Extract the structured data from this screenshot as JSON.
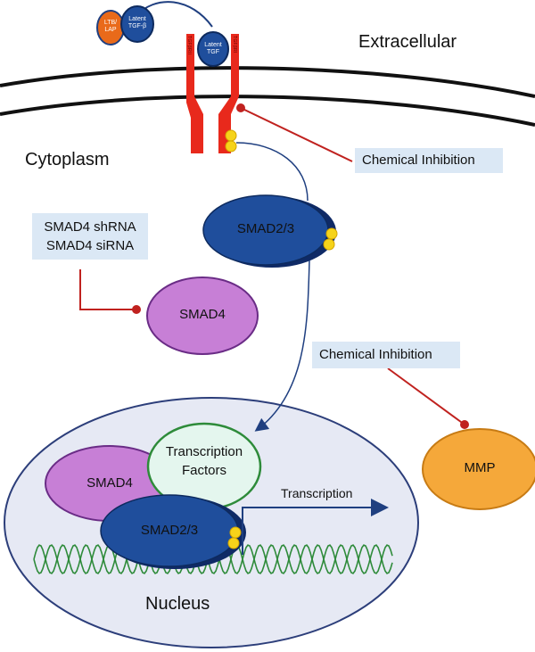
{
  "regions": {
    "extracellular": "Extracellular",
    "cytoplasm": "Cytoplasm",
    "nucleus": "Nucleus"
  },
  "ligand": {
    "ltb_line1": "LTB/",
    "ltb_line2": "LAP",
    "latent_line1": "Latent",
    "latent_line2": "TGF-β",
    "bound_line1": "Latent",
    "bound_line2": "TGF",
    "receptor_left": "TGFβRII",
    "receptor_right": "TGFβRI"
  },
  "labels": {
    "chemical_inhibition_top": "Chemical Inhibition",
    "chemical_inhibition_mid": "Chemical Inhibition",
    "shrna": "SMAD4 shRNA",
    "sirna": "SMAD4 siRNA",
    "transcription": "Transcription"
  },
  "molecules": {
    "smad23_cyto": "SMAD2/3",
    "smad4_cyto": "SMAD4",
    "mmp": "MMP",
    "smad4_nuc": "SMAD4",
    "smad23_nuc": "SMAD2/3",
    "tf_line1": "Transcription",
    "tf_line2": "Factors"
  },
  "colors": {
    "smad23": "#1f4e9c",
    "smad4": "#c77fd6",
    "mmp": "#f5a83a",
    "receptor": "#e8291c",
    "inhibitor_line": "#c0221f",
    "transcription_factors_border": "#2e8b3a",
    "dna": "#2e8b3a",
    "nucleus_fill": "#e6e9f4",
    "label_box": "#dbe8f5",
    "phosphate": "#f6d31a"
  }
}
